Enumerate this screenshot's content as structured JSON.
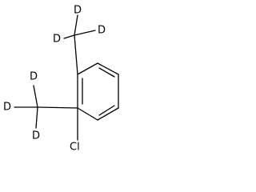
{
  "molecule": {
    "atoms": {
      "d_upper_left": "D",
      "d_upper_mid": "D",
      "d_upper_right": "D",
      "d_left_top": "D",
      "d_left_mid": "D",
      "d_left_bottom": "D",
      "chlorine": "Cl"
    }
  }
}
